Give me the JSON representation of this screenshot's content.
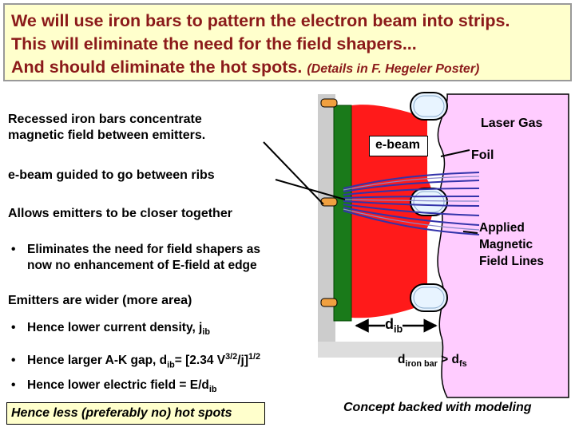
{
  "title": {
    "line1": "We will use iron bars to pattern the electron beam into strips.",
    "line2": "This will eliminate the need for the field shapers...",
    "line3": "And should eliminate the hot spots.",
    "note": "(Details in F. Hegeler Poster)"
  },
  "left": {
    "recessed_1": "Recessed iron bars concentrate",
    "recessed_2": "magnetic field between emitters.",
    "guided": "e-beam guided to go between ribs",
    "closer": "Allows emitters to be closer together",
    "elim_1": "Eliminates the need for field shapers as",
    "elim_2": "now no enhancement of E-field at edge",
    "wider": "Emitters are wider (more area)",
    "b1_text": "Hence lower current density, j",
    "b1_sub": "ib",
    "b2_text": "Hence larger A-K gap, d",
    "b2_sub": "ib",
    "b2_eq": "= [2.34 V",
    "b2_sup": "3/2",
    "b2_tail": "/j]",
    "b2_sup2": "1/2",
    "b3_text": "Hence lower electric field = E/d",
    "b3_sub": "ib",
    "bullet_char": "•"
  },
  "footer": {
    "box_text": "Hence less (preferably no) hot spots",
    "concept": "Concept backed with modeling"
  },
  "diagram": {
    "laser_gas": "Laser Gas",
    "ebeam": "e-beam",
    "foil": "Foil",
    "applied_1": "Applied",
    "applied_2": "Magnetic",
    "applied_3": "Field Lines",
    "dib_main": "d",
    "dib_sub": "ib",
    "diron_main": "d",
    "diron_sub": "iron bar",
    "diron_gt": "> d",
    "diron_sub2": "fs"
  },
  "colors": {
    "title_text": "#8b1a1a",
    "title_bg": "#ffffcc",
    "laser_gas": "#ffccff",
    "beam_red": "#ff1a1a",
    "cathode_green": "#1a7a1a",
    "field_lines": "#3333aa",
    "iron_orange": "#f0a040",
    "hibachi_gray": "#cccccc"
  }
}
